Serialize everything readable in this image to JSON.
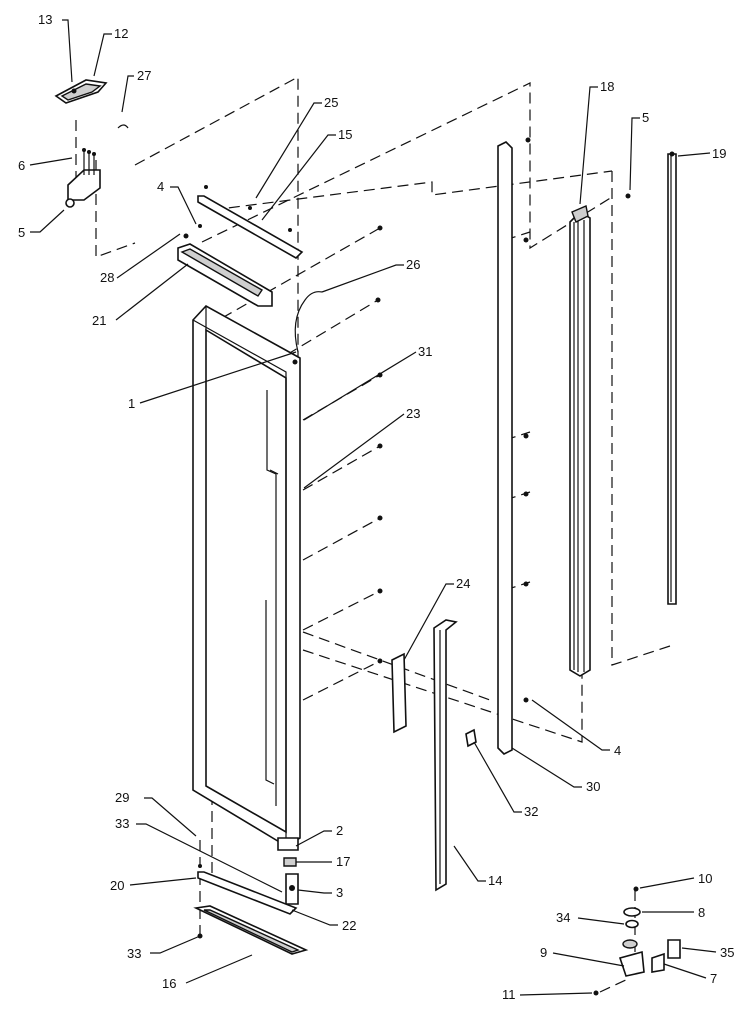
{
  "diagram": {
    "callouts": {
      "c13": "13",
      "c12": "12",
      "c27": "27",
      "c6": "6",
      "c5a": "5",
      "c28": "28",
      "c4a": "4",
      "c25": "25",
      "c15": "15",
      "c21": "21",
      "c26": "26",
      "c1": "1",
      "c31": "31",
      "c23": "23",
      "c18": "18",
      "c5b": "5",
      "c19": "19",
      "c24": "24",
      "c4b": "4",
      "c30": "30",
      "c32": "32",
      "c14": "14",
      "c29": "29",
      "c33a": "33",
      "c2": "2",
      "c17": "17",
      "c20": "20",
      "c3": "3",
      "c22": "22",
      "c33b": "33",
      "c16": "16",
      "c10": "10",
      "c8": "8",
      "c34": "34",
      "c9": "9",
      "c35": "35",
      "c7": "7",
      "c11": "11"
    }
  }
}
